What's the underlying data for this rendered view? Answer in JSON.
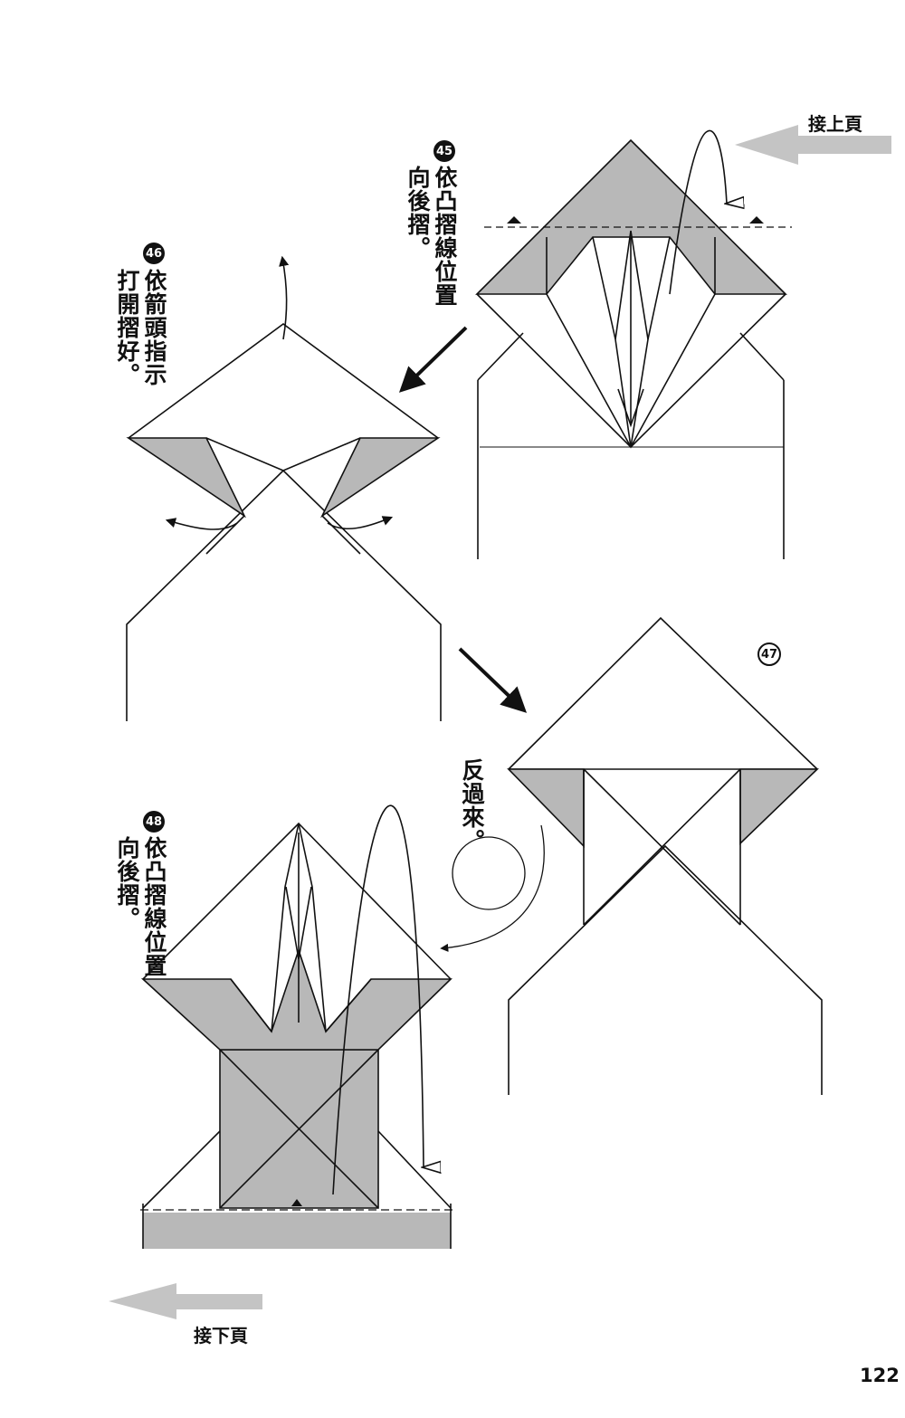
{
  "nav": {
    "prev_page_label": "接上頁",
    "next_page_label": "接下頁"
  },
  "page_number": "122",
  "steps": [
    {
      "number": "45",
      "text": "依凸摺線位置\n向後摺。"
    },
    {
      "number": "46",
      "text": "依箭頭指示\n打開摺好。"
    },
    {
      "number": "47",
      "text": "反過來。"
    },
    {
      "number": "48",
      "text": "依凸摺線位置\n向後摺。"
    }
  ],
  "colors": {
    "line": "#111111",
    "shade": "#b8b8b8",
    "arrow_gray": "#c4c4c4"
  }
}
